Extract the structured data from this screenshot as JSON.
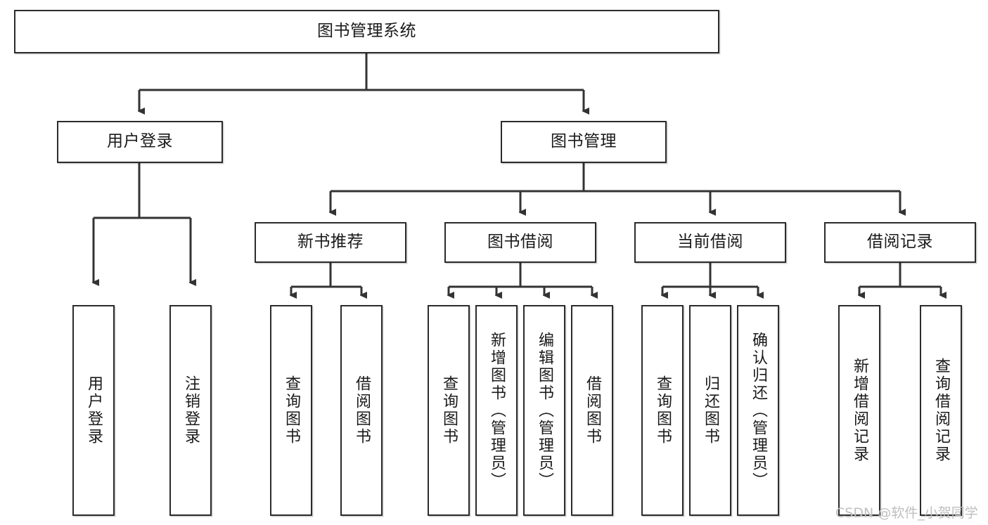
{
  "diagram": {
    "type": "tree-hierarchy-chart",
    "title": "图书管理系统",
    "watermark": "CSDN @软件_小贺同学",
    "colors": {
      "border": "#2b2b2b",
      "background": "#ffffff",
      "text": "#1a1a1a",
      "connector": "#333333",
      "watermark": "#bfbfbf"
    },
    "nodes": {
      "root": {
        "label": "图书管理系统"
      },
      "level2": [
        {
          "label": "用户登录"
        },
        {
          "label": "图书管理"
        }
      ],
      "level3": [
        {
          "label": "新书推荐"
        },
        {
          "label": "图书借阅"
        },
        {
          "label": "当前借阅"
        },
        {
          "label": "借阅记录"
        }
      ],
      "leaves": {
        "user_login": [
          {
            "label": "用户登录"
          },
          {
            "label": "注销登录"
          }
        ],
        "new_book_recommend": [
          {
            "label": "查询图书"
          },
          {
            "label": "借阅图书"
          }
        ],
        "book_borrow": [
          {
            "label": "查询图书"
          },
          {
            "label": "新增图书（管理员）"
          },
          {
            "label": "编辑图书（管理员）"
          },
          {
            "label": "借阅图书"
          }
        ],
        "current_borrow": [
          {
            "label": "查询图书"
          },
          {
            "label": "归还图书"
          },
          {
            "label": "确认归还（管理员）"
          }
        ],
        "borrow_record": [
          {
            "label": "新增借阅记录"
          },
          {
            "label": "查询借阅记录"
          }
        ]
      }
    }
  }
}
